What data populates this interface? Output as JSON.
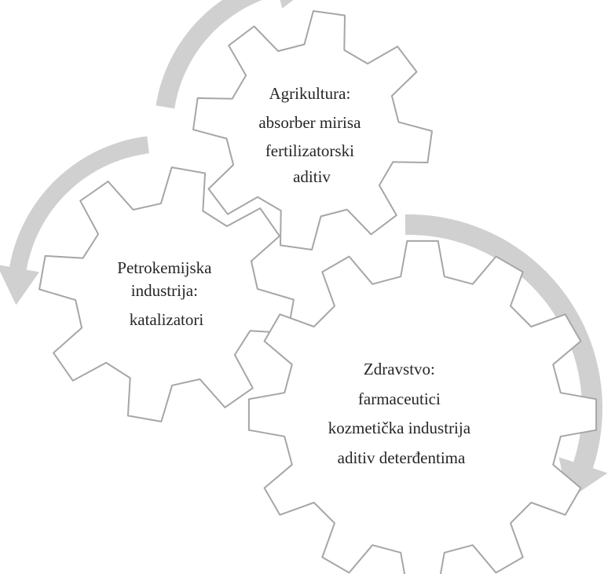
{
  "colors": {
    "gear_outline": "#a6a6a6",
    "gear_fill": "#ffffff",
    "arrow_fill": "#d0d0d0",
    "text": "#262626"
  },
  "gears": [
    {
      "id": "agrikultura",
      "lines": [
        "Agrikultura:",
        "absorber mirisa",
        "fertilizatorski",
        "aditiv"
      ]
    },
    {
      "id": "petrokemija",
      "lines": [
        "Petrokemijska",
        "industrija:",
        "katalizatori"
      ]
    },
    {
      "id": "zdravstvo",
      "lines": [
        "Zdravstvo:",
        "farmaceutici",
        "kozmetička industrija",
        "aditiv deterđentima"
      ]
    }
  ]
}
